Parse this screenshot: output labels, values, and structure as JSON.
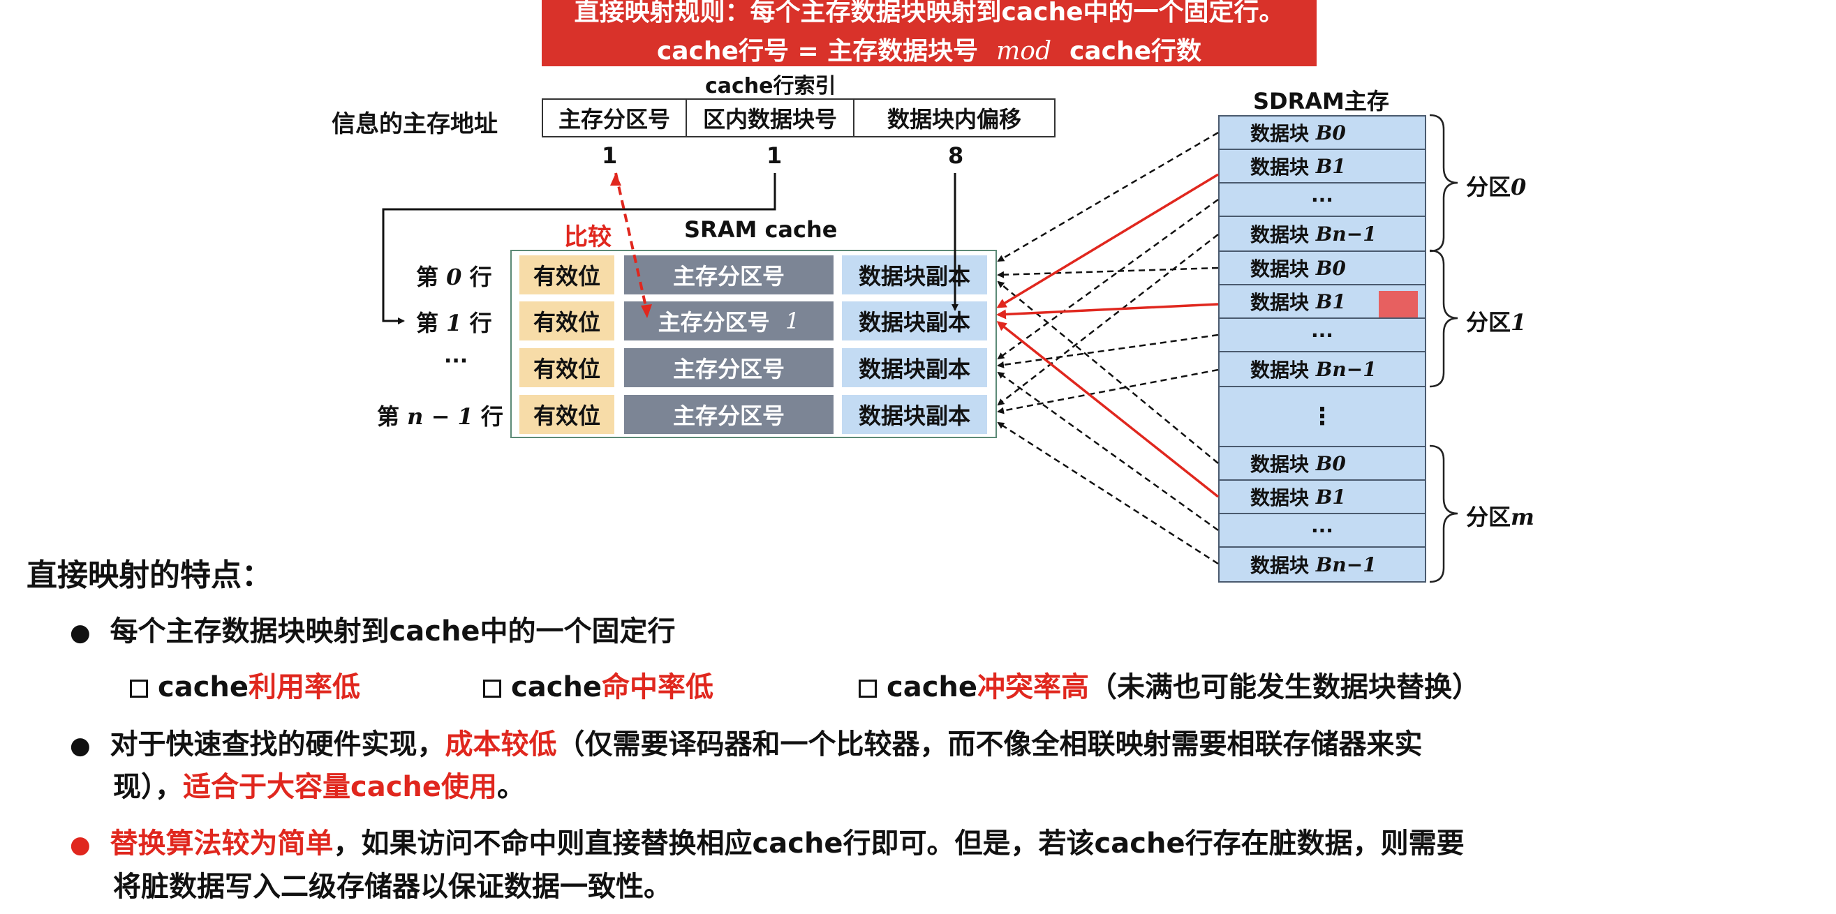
{
  "banner": {
    "line1": "直接映射规则：每个主存数据块映射到cache中的一个固定行。",
    "line2_left": "cache行号 = 主存数据块号",
    "line2_mod": "mod",
    "line2_right": "cache行数"
  },
  "address": {
    "title": "信息的主存地址",
    "index_label": "cache行索引",
    "fields": [
      {
        "label": "主存分区号",
        "bits": "1"
      },
      {
        "label": "区内数据块号",
        "bits": "1"
      },
      {
        "label": "数据块内偏移",
        "bits": "8"
      }
    ]
  },
  "compare_label": "比较",
  "cache": {
    "title": "SRAM  cache",
    "rows": [
      {
        "label_pre": "第",
        "label_num": "0",
        "label_post": "行",
        "valid": "有效位",
        "tag": "主存分区号",
        "tag_value": "",
        "copy": "数据块副本"
      },
      {
        "label_pre": "第",
        "label_num": "1",
        "label_post": "行",
        "valid": "有效位",
        "tag": "主存分区号",
        "tag_value": "1",
        "copy": "数据块副本"
      },
      {
        "label_pre": "",
        "label_num": "···",
        "label_post": "",
        "valid": "有效位",
        "tag": "主存分区号",
        "tag_value": "",
        "copy": "数据块副本"
      },
      {
        "label_pre": "第",
        "label_num": "n − 1",
        "label_post": "行",
        "valid": "有效位",
        "tag": "主存分区号",
        "tag_value": "",
        "copy": "数据块副本"
      }
    ]
  },
  "memory": {
    "title": "SDRAM主存",
    "block_label": "数据块",
    "dots": "···",
    "vdots": "⋮",
    "partitions": [
      {
        "name": "分区",
        "num": "0",
        "blocks": [
          "B0",
          "B1",
          "···",
          "Bn−1"
        ]
      },
      {
        "name": "分区",
        "num": "1",
        "blocks": [
          "B0",
          "B1",
          "···",
          "Bn−1"
        ]
      },
      {
        "name": "分区",
        "num": "m",
        "blocks": [
          "B0",
          "B1",
          "···",
          "Bn−1"
        ]
      }
    ]
  },
  "features": {
    "heading": "直接映射的特点：",
    "b1": "每个主存数据块映射到cache中的一个固定行",
    "sub": [
      {
        "pre": "cache",
        "red": "利用率低",
        "post": ""
      },
      {
        "pre": "cache",
        "red": "命中率低",
        "post": ""
      },
      {
        "pre": "cache",
        "red": "冲突率高",
        "post": "（未满也可能发生数据块替换）"
      }
    ],
    "b2_pre": "对于快速查找的硬件实现，",
    "b2_red1": "成本较低",
    "b2_mid": "（仅需要译码器和一个比较器，而不像全相联映射需要相联存储器来实",
    "b2_line2_pre": "现），",
    "b2_red2": "适合于大容量cache使用",
    "b2_end": "。",
    "b3_red": "替换算法较为简单",
    "b3_rest": "，如果访问不命中则直接替换相应cache行即可。但是，若该cache行存在脏数据，则需要",
    "b3_line2": "将脏数据写入二级存储器以保证数据一致性。"
  },
  "colors": {
    "accent_red": "#e0271e",
    "banner": "#d9322a",
    "valid": "#f7dca8",
    "tag": "#7c8595",
    "copy": "#c3dbf3"
  }
}
